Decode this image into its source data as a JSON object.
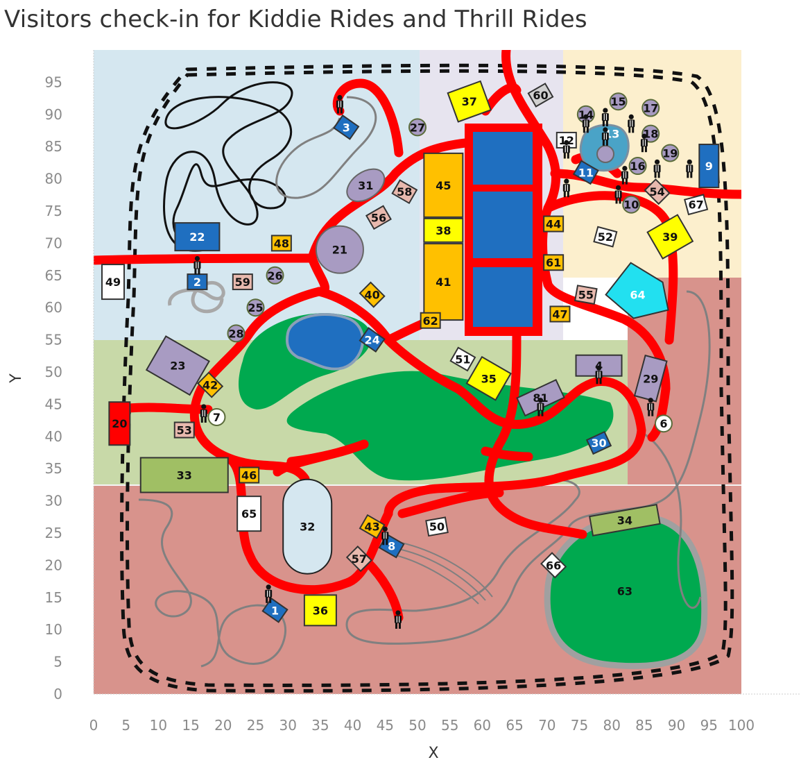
{
  "title": "Visitors check-in for Kiddie Rides and Thrill Rides",
  "chart_data": {
    "type": "scatter",
    "title": "Visitors check-in for Kiddie Rides and Thrill Rides",
    "xlabel": "X",
    "ylabel": "Y",
    "xlim": [
      0,
      100
    ],
    "ylim": [
      0,
      100
    ],
    "x_ticks": [
      0,
      5,
      10,
      15,
      20,
      25,
      30,
      35,
      40,
      45,
      50,
      55,
      60,
      65,
      70,
      75,
      80,
      85,
      90,
      95,
      100
    ],
    "y_ticks": [
      0,
      5,
      10,
      15,
      20,
      25,
      30,
      35,
      40,
      45,
      50,
      55,
      60,
      65,
      70,
      75,
      80,
      85,
      90,
      95
    ],
    "grid": false,
    "background": "park map",
    "series": [
      {
        "marker": "person-icon",
        "points": [
          {
            "x": 38,
            "y": 91
          },
          {
            "x": 16,
            "y": 66
          },
          {
            "x": 17,
            "y": 43
          },
          {
            "x": 27,
            "y": 15
          },
          {
            "x": 45,
            "y": 24
          },
          {
            "x": 47,
            "y": 11
          },
          {
            "x": 69,
            "y": 44
          },
          {
            "x": 78,
            "y": 49
          },
          {
            "x": 86,
            "y": 44
          },
          {
            "x": 73,
            "y": 78
          },
          {
            "x": 73,
            "y": 84
          },
          {
            "x": 76,
            "y": 88
          },
          {
            "x": 79,
            "y": 89
          },
          {
            "x": 79,
            "y": 86
          },
          {
            "x": 83,
            "y": 88
          },
          {
            "x": 85,
            "y": 85
          },
          {
            "x": 87,
            "y": 81
          },
          {
            "x": 82,
            "y": 80
          },
          {
            "x": 81,
            "y": 77
          },
          {
            "x": 92,
            "y": 81
          }
        ]
      }
    ],
    "map_labels": [
      {
        "text": "1",
        "x": 28,
        "y": 13
      },
      {
        "text": "2",
        "x": 16,
        "y": 64
      },
      {
        "text": "3",
        "x": 39,
        "y": 88
      },
      {
        "text": "4",
        "x": 78,
        "y": 51
      },
      {
        "text": "6",
        "x": 88,
        "y": 42
      },
      {
        "text": "7",
        "x": 19,
        "y": 43
      },
      {
        "text": "8",
        "x": 46,
        "y": 23
      },
      {
        "text": "9",
        "x": 95,
        "y": 82
      },
      {
        "text": "10",
        "x": 83,
        "y": 76
      },
      {
        "text": "11",
        "x": 76,
        "y": 81
      },
      {
        "text": "12",
        "x": 73,
        "y": 86
      },
      {
        "text": "13",
        "x": 80,
        "y": 87
      },
      {
        "text": "14",
        "x": 76,
        "y": 90
      },
      {
        "text": "15",
        "x": 81,
        "y": 92
      },
      {
        "text": "16",
        "x": 84,
        "y": 82
      },
      {
        "text": "17",
        "x": 86,
        "y": 91
      },
      {
        "text": "18",
        "x": 86,
        "y": 87
      },
      {
        "text": "19",
        "x": 89,
        "y": 84
      },
      {
        "text": "20",
        "x": 4,
        "y": 42
      },
      {
        "text": "21",
        "x": 38,
        "y": 69
      },
      {
        "text": "22",
        "x": 16,
        "y": 71
      },
      {
        "text": "23",
        "x": 13,
        "y": 51
      },
      {
        "text": "24",
        "x": 43,
        "y": 55
      },
      {
        "text": "25",
        "x": 25,
        "y": 60
      },
      {
        "text": "26",
        "x": 28,
        "y": 65
      },
      {
        "text": "27",
        "x": 50,
        "y": 88
      },
      {
        "text": "28",
        "x": 22,
        "y": 56
      },
      {
        "text": "29",
        "x": 86,
        "y": 49
      },
      {
        "text": "30",
        "x": 78,
        "y": 39
      },
      {
        "text": "31",
        "x": 42,
        "y": 79
      },
      {
        "text": "32",
        "x": 33,
        "y": 26
      },
      {
        "text": "33",
        "x": 14,
        "y": 34
      },
      {
        "text": "34",
        "x": 82,
        "y": 27
      },
      {
        "text": "35",
        "x": 61,
        "y": 49
      },
      {
        "text": "36",
        "x": 35,
        "y": 13
      },
      {
        "text": "37",
        "x": 58,
        "y": 92
      },
      {
        "text": "38",
        "x": 54,
        "y": 72
      },
      {
        "text": "39",
        "x": 89,
        "y": 71
      },
      {
        "text": "40",
        "x": 43,
        "y": 62
      },
      {
        "text": "41",
        "x": 54,
        "y": 64
      },
      {
        "text": "42",
        "x": 18,
        "y": 48
      },
      {
        "text": "43",
        "x": 43,
        "y": 26
      },
      {
        "text": "44",
        "x": 71,
        "y": 73
      },
      {
        "text": "45",
        "x": 54,
        "y": 79
      },
      {
        "text": "46",
        "x": 24,
        "y": 34
      },
      {
        "text": "47",
        "x": 72,
        "y": 59
      },
      {
        "text": "48",
        "x": 29,
        "y": 70
      },
      {
        "text": "49",
        "x": 3,
        "y": 64
      },
      {
        "text": "50",
        "x": 53,
        "y": 26
      },
      {
        "text": "51",
        "x": 57,
        "y": 52
      },
      {
        "text": "52",
        "x": 79,
        "y": 71
      },
      {
        "text": "53",
        "x": 14,
        "y": 41
      },
      {
        "text": "54",
        "x": 87,
        "y": 78
      },
      {
        "text": "55",
        "x": 76,
        "y": 62
      },
      {
        "text": "56",
        "x": 44,
        "y": 74
      },
      {
        "text": "57",
        "x": 41,
        "y": 21
      },
      {
        "text": "58",
        "x": 48,
        "y": 78
      },
      {
        "text": "59",
        "x": 23,
        "y": 64
      },
      {
        "text": "60",
        "x": 69,
        "y": 93
      },
      {
        "text": "61",
        "x": 71,
        "y": 67
      },
      {
        "text": "62",
        "x": 52,
        "y": 58
      },
      {
        "text": "63",
        "x": 82,
        "y": 16
      },
      {
        "text": "64",
        "x": 84,
        "y": 62
      },
      {
        "text": "65",
        "x": 24,
        "y": 28
      },
      {
        "text": "66",
        "x": 71,
        "y": 20
      },
      {
        "text": "67",
        "x": 93,
        "y": 76
      },
      {
        "text": "81",
        "x": 69,
        "y": 46
      }
    ]
  }
}
